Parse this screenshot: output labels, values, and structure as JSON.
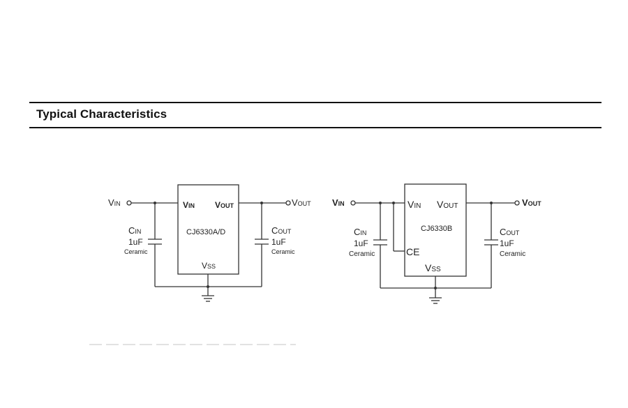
{
  "header": {
    "title": "Typical Characteristics"
  },
  "circuit_a": {
    "vin": {
      "main": "V",
      "sub": "IN"
    },
    "vout": {
      "main": "V",
      "sub": "OUT"
    },
    "chip": {
      "name": "CJ6330A/D",
      "pin_vin": {
        "main": "V",
        "sub": "IN"
      },
      "pin_vout": {
        "main": "V",
        "sub": "OUT"
      },
      "pin_vss": {
        "main": "V",
        "sub": "SS"
      }
    },
    "cin": {
      "main": "C",
      "sub": "IN",
      "value": "1uF",
      "type": "Ceramic"
    },
    "cout": {
      "main": "C",
      "sub": "OUT",
      "value": "1uF",
      "type": "Ceramic"
    }
  },
  "circuit_b": {
    "vin": {
      "main": "V",
      "sub": "IN"
    },
    "vout": {
      "main": "V",
      "sub": "OUT"
    },
    "chip": {
      "name": "CJ6330B",
      "pin_vin": {
        "main": "V",
        "sub": "IN"
      },
      "pin_vout": {
        "main": "V",
        "sub": "OUT"
      },
      "pin_ce": "CE",
      "pin_vss": {
        "main": "V",
        "sub": "SS"
      }
    },
    "cin": {
      "main": "C",
      "sub": "IN",
      "value": "1uF",
      "type": "Ceramic"
    },
    "cout": {
      "main": "C",
      "sub": "OUT",
      "value": "1uF",
      "type": "Ceramic"
    }
  }
}
